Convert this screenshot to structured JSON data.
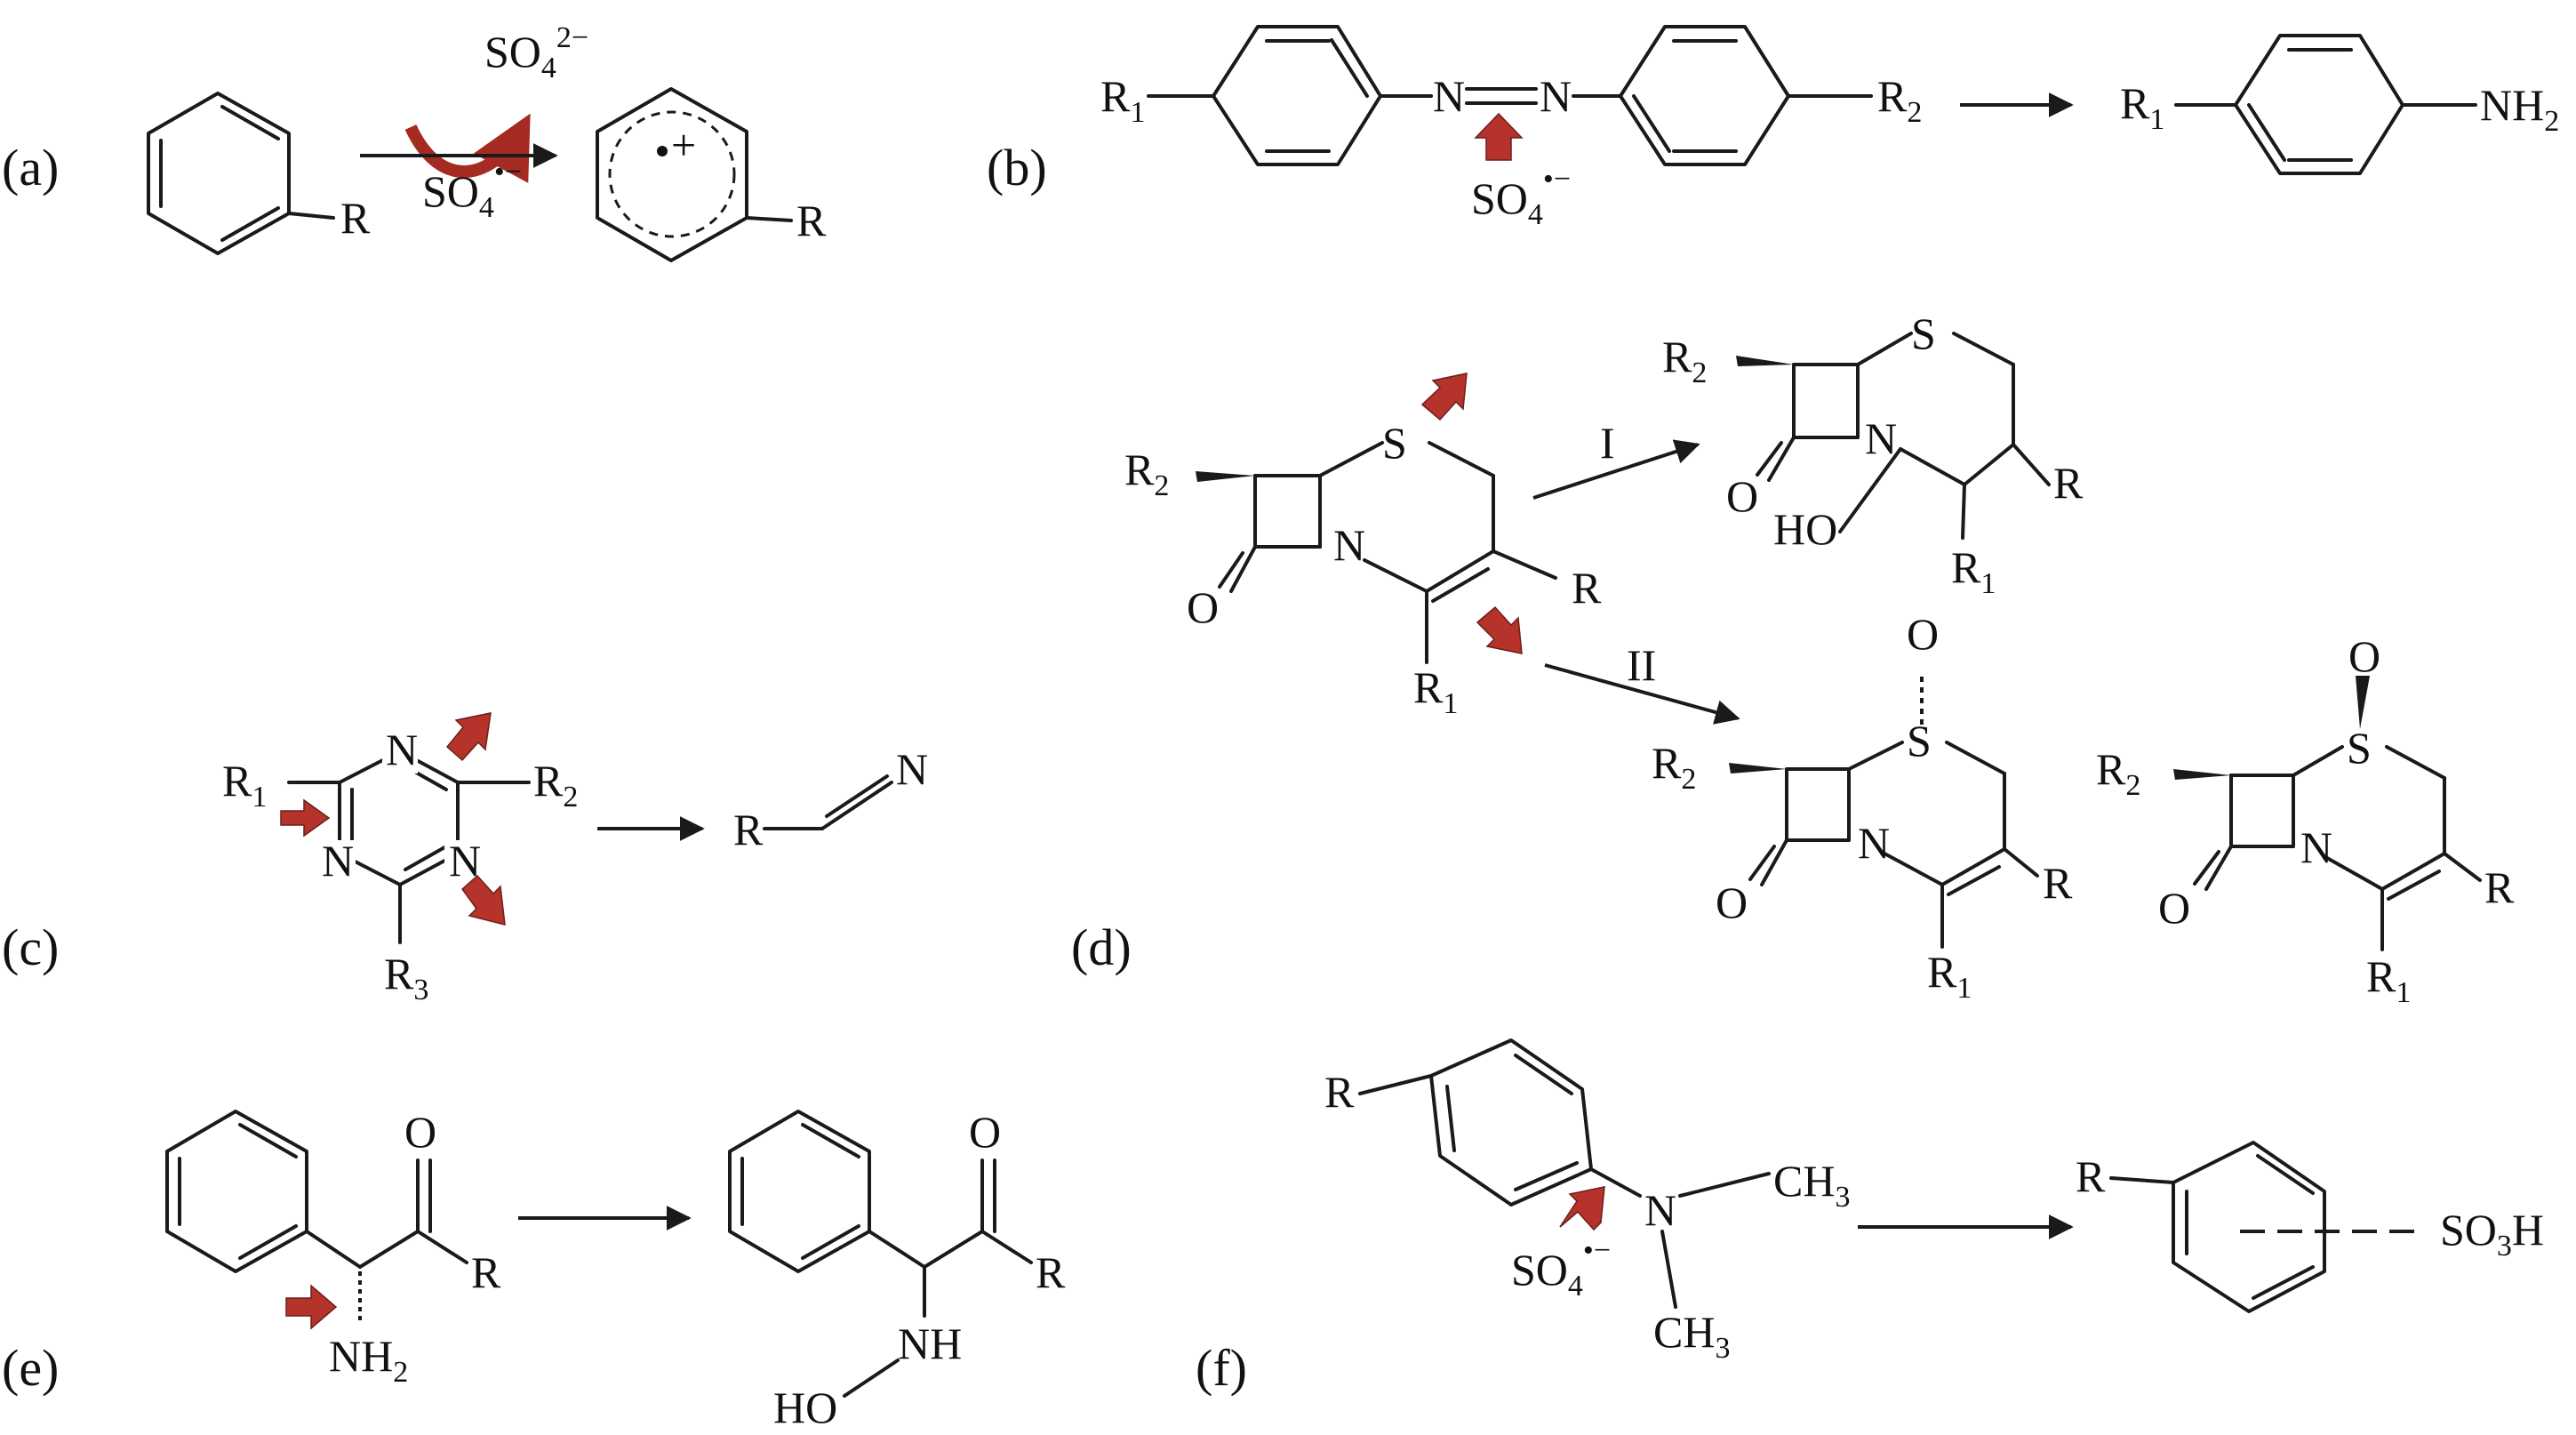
{
  "panels": {
    "a": {
      "label": "(a)",
      "substituent": "R",
      "product_substituent": "R",
      "radical_cation": "+",
      "released": "SO",
      "released_sub": "4",
      "released_sup": "2−",
      "reagent": "SO",
      "reagent_sub": "4",
      "reagent_sup": "•−"
    },
    "b": {
      "label": "(b)",
      "r1": "R",
      "r1_sub": "1",
      "r2": "R",
      "r2_sub": "2",
      "azo_n1": "N",
      "azo_n2": "N",
      "reagent": "SO",
      "reagent_sub": "4",
      "reagent_sup": "•−",
      "product_r1": "R",
      "product_r1_sub": "1",
      "product_group": "NH",
      "product_group_sub": "2"
    },
    "c": {
      "label": "(c)",
      "r1": "R",
      "r1_sub": "1",
      "r2": "R",
      "r2_sub": "2",
      "r3": "R",
      "r3_sub": "3",
      "ring_n": "N",
      "product_r": "R",
      "product_n": "N"
    },
    "d": {
      "label": "(d)",
      "r1": "R",
      "r1_sub": "1",
      "r2": "R",
      "r2_sub": "2",
      "r": "R",
      "s": "S",
      "n": "N",
      "o": "O",
      "ho": "HO",
      "path_1": "I",
      "path_2": "II"
    },
    "e": {
      "label": "(e)",
      "o": "O",
      "r": "R",
      "nh2": "NH",
      "nh2_sub": "2",
      "nh": "NH",
      "ho": "HO"
    },
    "f": {
      "label": "(f)",
      "r": "R",
      "n": "N",
      "ch3": "CH",
      "ch3_sub": "3",
      "reagent": "SO",
      "reagent_sub": "4",
      "reagent_sup": "•−",
      "product_group": "SO",
      "product_group_sub": "3",
      "product_group_tail": "H"
    }
  }
}
